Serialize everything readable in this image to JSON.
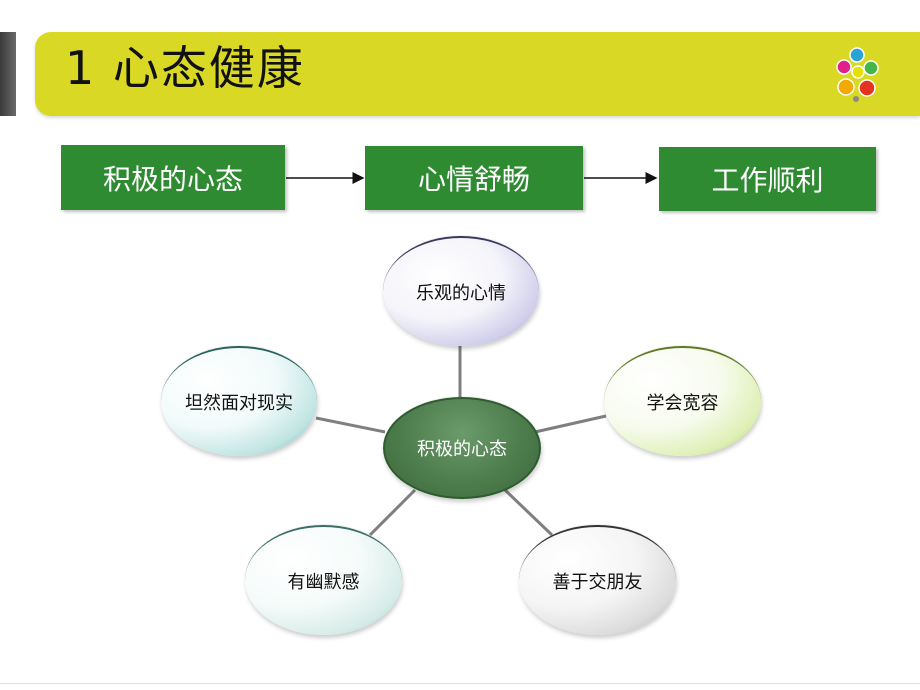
{
  "slide": {
    "title": "1 心态健康"
  },
  "flow": {
    "steps": [
      "积极的心态",
      "心情舒畅",
      "工作顺利"
    ]
  },
  "mindmap": {
    "center": "积极的心态",
    "top": "乐观的心情",
    "left": "坦然面对现实",
    "right": "学会宽容",
    "bottom_left": "有幽默感",
    "bottom_right": "善于交朋友"
  },
  "colors": {
    "banner": "#d9d925",
    "flow_box": "#2e8b32",
    "center_node": "#4d7d4d"
  }
}
